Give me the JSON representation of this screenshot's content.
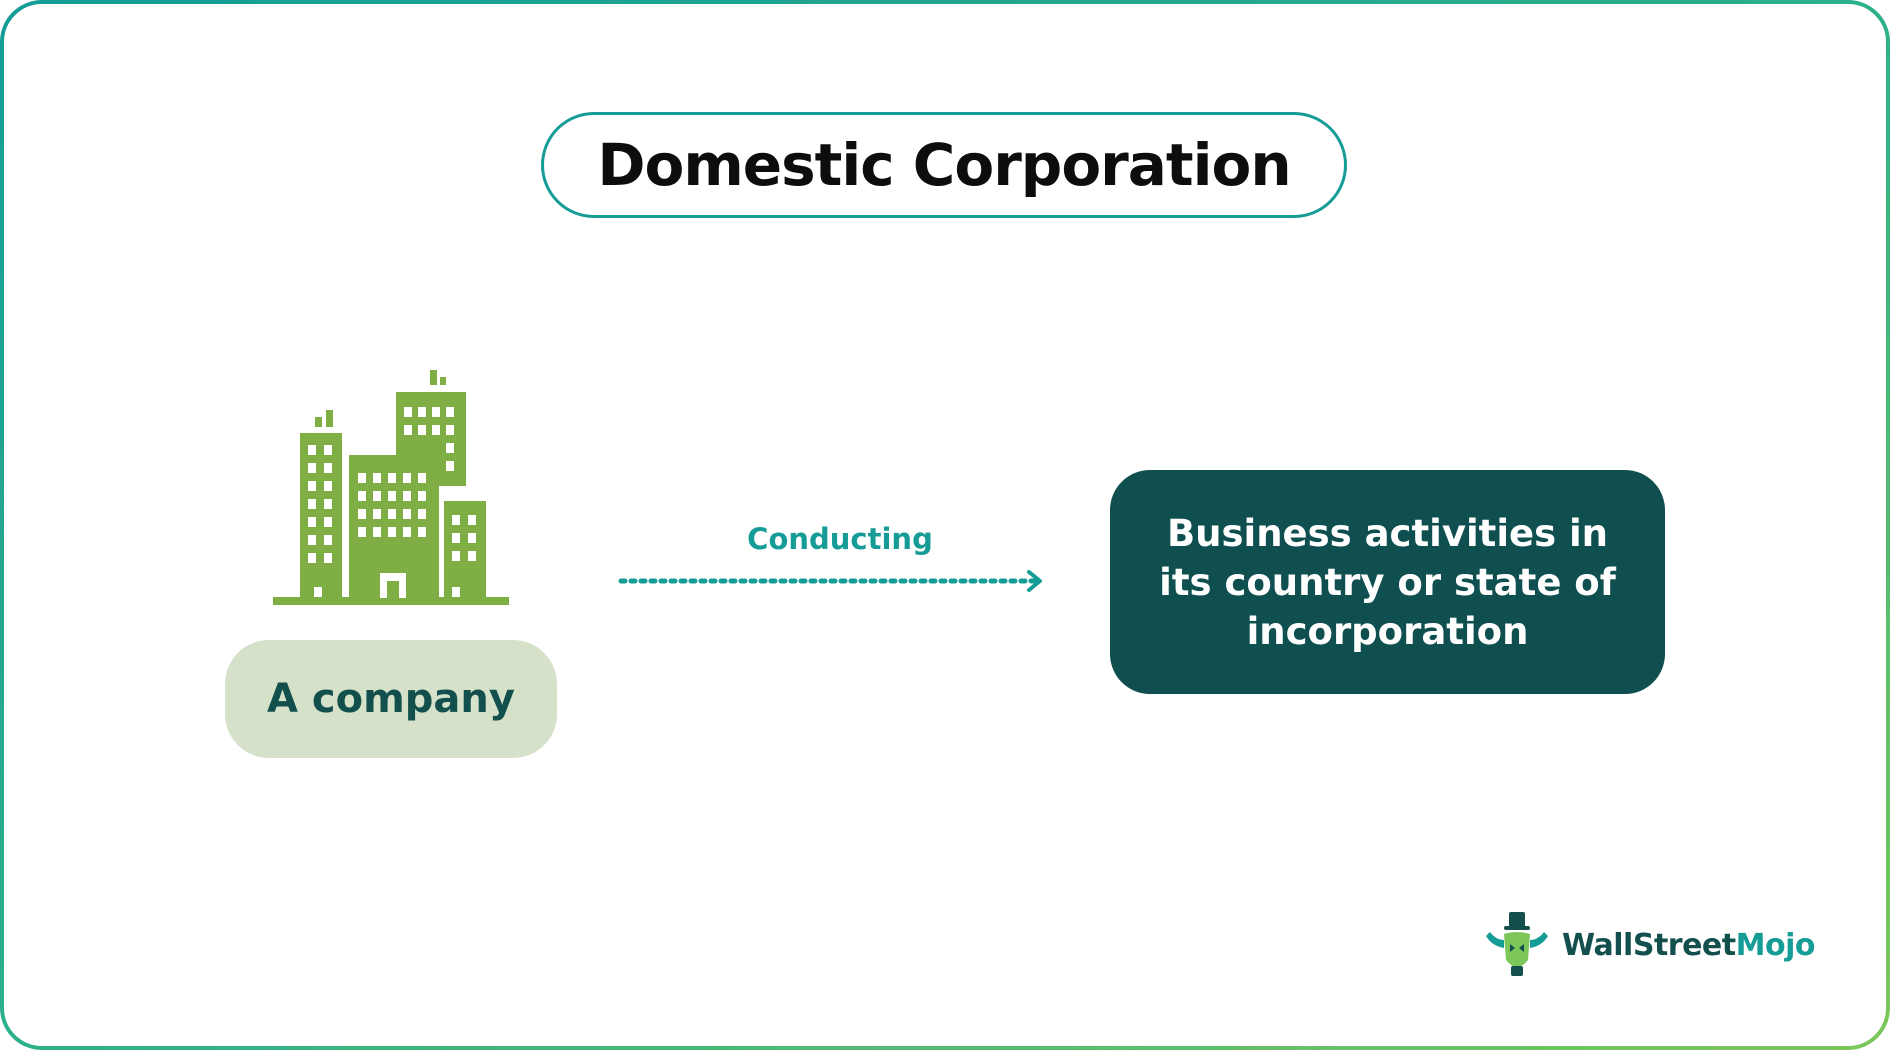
{
  "title": "Domestic Corporation",
  "entity": {
    "icon": "office-buildings-icon",
    "label": "A company"
  },
  "connector": {
    "label": "Conducting",
    "style": "dotted-arrow"
  },
  "outcome": {
    "text": "Business activities in its country or state of incorporation"
  },
  "brand": {
    "name_part1": "WallStreet",
    "name_part2": "Mojo",
    "logo_icon": "bull-logo-icon"
  },
  "colors": {
    "border_gradient_start": "#169c97",
    "border_gradient_end": "#7dc75a",
    "building_green": "#7fae44",
    "company_pill_bg": "#d5e1c9",
    "dark_teal": "#0f4f50",
    "accent_teal": "#169c97"
  }
}
